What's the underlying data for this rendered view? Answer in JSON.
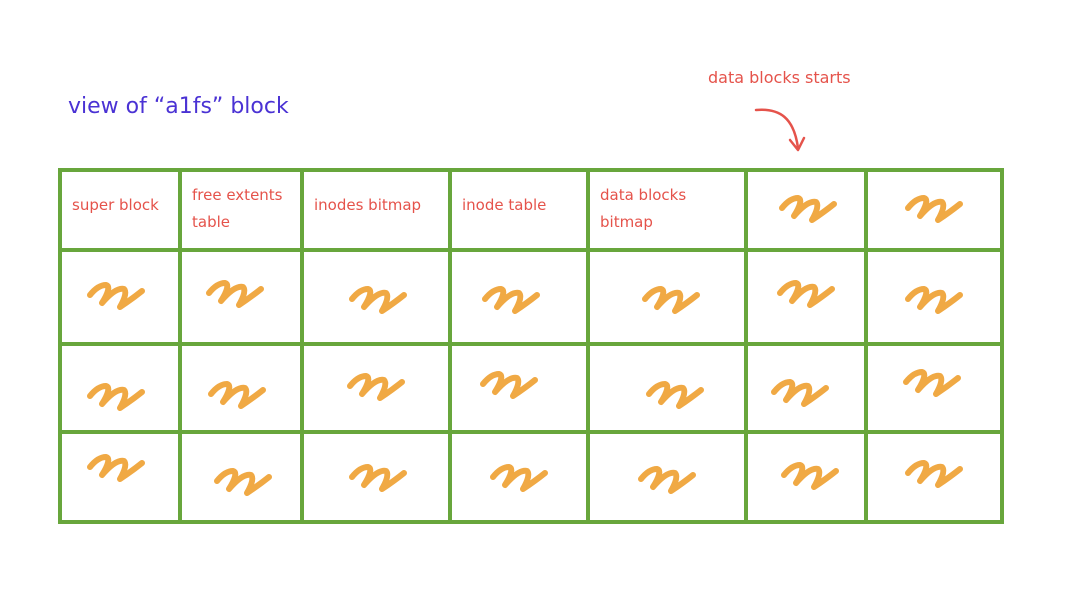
{
  "title": "view of “a1fs” block",
  "annotation": "data blocks starts",
  "colors": {
    "grid_line": "#68a63c",
    "label_text": "#e5534b",
    "title_text": "#4a32d4",
    "squiggle": "#f0a944",
    "arrow": "#e5534b"
  },
  "icons": {
    "data_block": "squiggle-icon",
    "pointer": "curved-arrow-icon"
  },
  "grid": {
    "rows": 4,
    "cols": 7,
    "labels": [
      [
        "super block",
        "free extents table",
        "inodes bitmap",
        "inode table",
        "data blocks bitmap",
        "",
        ""
      ],
      [
        "",
        "",
        "",
        "",
        "",
        "",
        ""
      ],
      [
        "",
        "",
        "",
        "",
        "",
        "",
        ""
      ],
      [
        "",
        "",
        "",
        "",
        "",
        "",
        ""
      ]
    ]
  }
}
